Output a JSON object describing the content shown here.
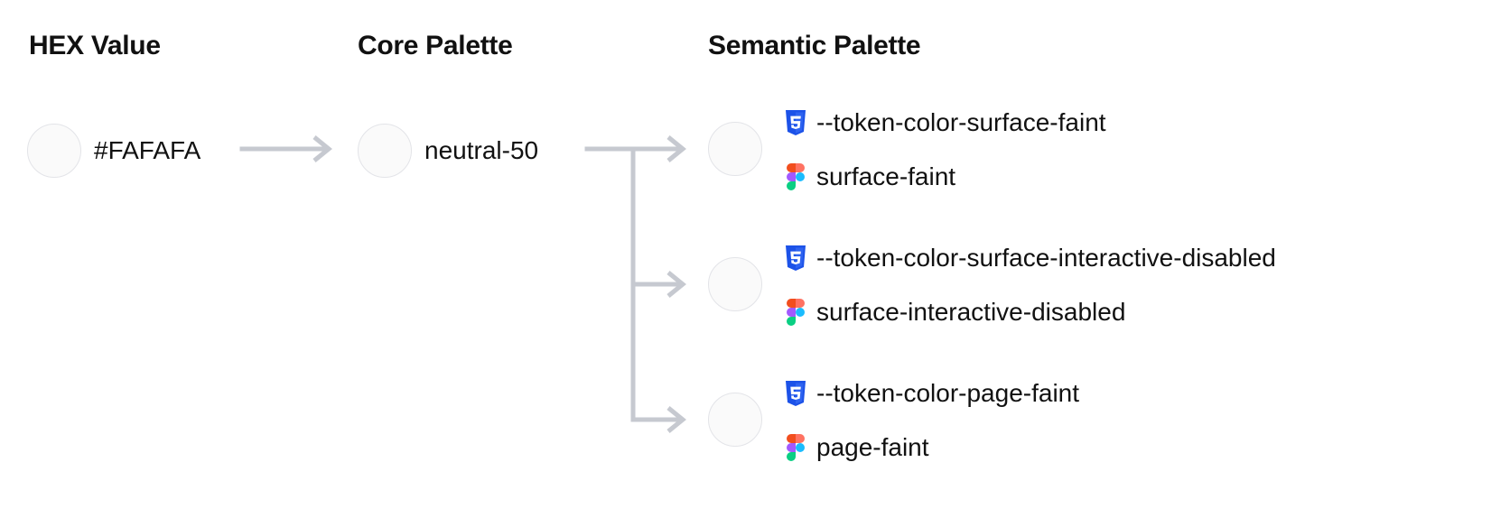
{
  "columns": {
    "hex": {
      "title": "HEX Value"
    },
    "core": {
      "title": "Core Palette"
    },
    "semantic": {
      "title": "Semantic Palette"
    }
  },
  "hex_value": {
    "label": "#FAFAFA",
    "swatch_color": "#FAFAFA"
  },
  "core_value": {
    "label": "neutral-50",
    "swatch_color": "#FAFAFA"
  },
  "semantic_tokens": [
    {
      "swatch_color": "#FAFAFA",
      "css": {
        "icon": "css3-icon",
        "label": "--token-color-surface-faint"
      },
      "figma": {
        "icon": "figma-icon",
        "label": "surface-faint"
      }
    },
    {
      "swatch_color": "#FAFAFA",
      "css": {
        "icon": "css3-icon",
        "label": "--token-color-surface-interactive-disabled"
      },
      "figma": {
        "icon": "figma-icon",
        "label": "surface-interactive-disabled"
      }
    },
    {
      "swatch_color": "#FAFAFA",
      "css": {
        "icon": "css3-icon",
        "label": "--token-color-page-faint"
      },
      "figma": {
        "icon": "figma-icon",
        "label": "page-faint"
      }
    }
  ],
  "theme": {
    "background": "#FFFFFF",
    "text_color": "#111111",
    "connector_color": "#C6C9D0",
    "swatch_border": "#E3E4E8",
    "css_icon_color": "#1C52E8",
    "figma_colors": {
      "orange": "#F24E1E",
      "salmon": "#FF7262",
      "purple": "#A259FF",
      "blue": "#1ABCFE",
      "green": "#0ACF83"
    }
  }
}
